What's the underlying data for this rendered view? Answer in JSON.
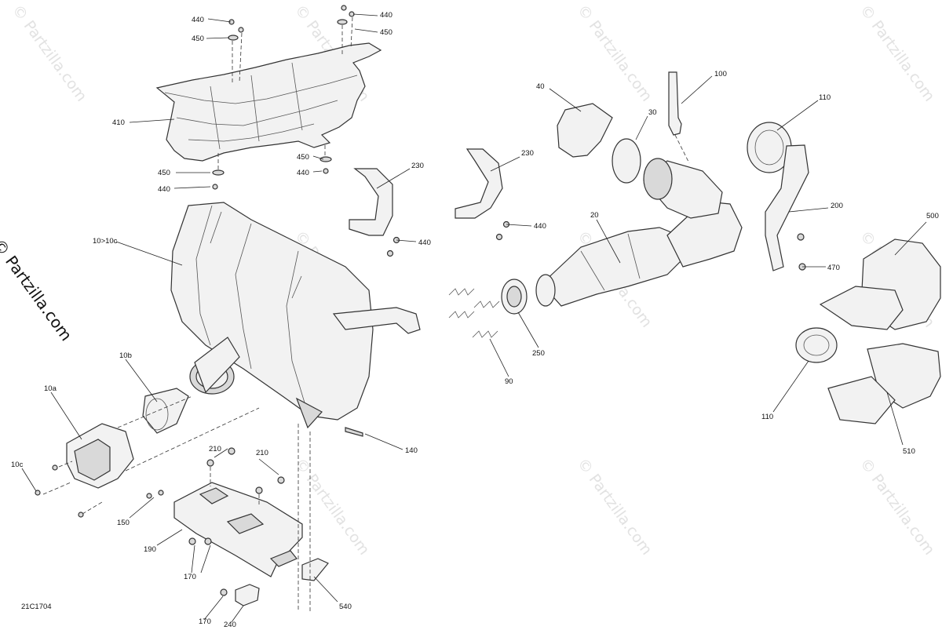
{
  "watermark": "© Partzilla.com",
  "brand_label": "© Partzilla.com",
  "drawing_code": "21C1704",
  "callouts": {
    "c440a": "440",
    "c440b": "440",
    "c450a": "450",
    "c450b": "450",
    "c410": "410",
    "c450c": "450",
    "c440c": "440",
    "c450d": "450",
    "c440d": "440",
    "c40": "40",
    "c30": "30",
    "c100": "100",
    "c110a": "110",
    "c230a": "230",
    "c230b": "230",
    "c440e": "440",
    "c440f": "440",
    "c20": "20",
    "c200": "200",
    "c500": "500",
    "c470": "470",
    "c10_10c": "10>10c",
    "c250": "250",
    "c90": "90",
    "c110b": "110",
    "c510": "510",
    "c10b": "10b",
    "c10a": "10a",
    "c10c": "10c",
    "c140": "140",
    "c210a": "210",
    "c210b": "210",
    "c150": "150",
    "c190": "190",
    "c170a": "170",
    "c170b": "170",
    "c240": "240",
    "c540": "540"
  }
}
